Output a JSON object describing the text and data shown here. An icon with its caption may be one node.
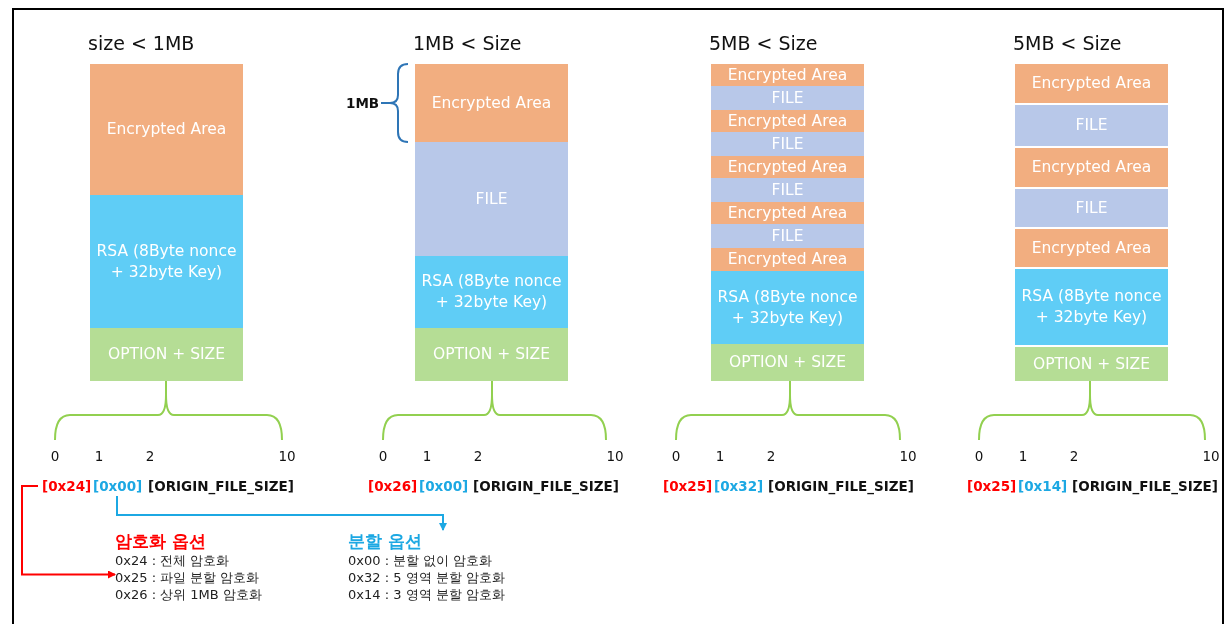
{
  "diagram": {
    "nodes": [
      {
        "text": [
          "Encrypted Area"
        ]
      },
      {
        "text": [
          "RSA (8Byte nonce + 32byte Key)"
        ]
      },
      {
        "text": [
          "OPTION + SIZE"
        ]
      },
      {
        "text": [
          "Encrypted Area"
        ]
      },
      {
        "text": [
          "FILE"
        ]
      },
      {
        "text": [
          "RSA (8Byte nonce + 32byte Key)"
        ]
      },
      {
        "text": [
          "OPTION + SIZE"
        ]
      },
      {
        "text": [
          "Encrypted Area"
        ]
      },
      {
        "text": [
          "FILE"
        ]
      },
      {
        "text": [
          "Encrypted Area"
        ]
      },
      {
        "text": [
          "FILE"
        ]
      },
      {
        "text": [
          "Encrypted Area"
        ]
      },
      {
        "text": [
          "FILE"
        ]
      },
      {
        "text": [
          "Encrypted Area"
        ]
      },
      {
        "text": [
          "FILE"
        ]
      },
      {
        "text": [
          "Encrypted Area"
        ]
      },
      {
        "text": [
          "RSA (8Byte nonce + 32byte Key)"
        ]
      },
      {
        "text": [
          "OPTION + SIZE"
        ]
      },
      {
        "text": [
          "Encrypted Area"
        ]
      },
      {
        "text": [
          "FILE"
        ]
      },
      {
        "text": [
          "Encrypted Area"
        ]
      },
      {
        "text": [
          "FILE"
        ]
      },
      {
        "text": [
          "Encrypted Area"
        ]
      },
      {
        "text": [
          "RSA (8Byte nonce + 32byte Key)"
        ]
      },
      {
        "text": [
          "OPTION + SIZE"
        ]
      },
      {
        "text": [
          "[0x24]"
        ]
      },
      {
        "text": [
          "[0x00]"
        ]
      },
      {
        "text": [
          "암호화 옵션",
          "0x24 : 전체 암호화",
          "0x25 : 파일 분할 암호화",
          "0x26 : 상위 1MB 암호화"
        ]
      },
      {
        "text": [
          "분할 옵션",
          "0x00 : 분할 없이 암호화",
          "0x32 : 5 영역 분할 암호화",
          "0x14 : 3 영역 분할 암호화"
        ]
      }
    ],
    "edges": [
      {
        "from": 25,
        "to": 27,
        "arrow": "to",
        "color": "#ff0000"
      },
      {
        "from": 26,
        "to": 28,
        "arrow": "to",
        "color": "#1ca8e3"
      }
    ],
    "labels": [
      "size < 1MB",
      "1MB < Size",
      "5MB < Size",
      "5MB < Size",
      "1MB",
      "0",
      "1",
      "2",
      "10",
      "0",
      "1",
      "2",
      "10",
      "0",
      "1",
      "2",
      "10",
      "0",
      "1",
      "2",
      "10",
      "[ORIGIN_FILE_SIZE]",
      "[0x26]",
      "[0x00]",
      "[ORIGIN_FILE_SIZE]",
      "[0x25]",
      "[0x32]",
      "[ORIGIN_FILE_SIZE]",
      "[0x25]",
      "[0x14]",
      "[ORIGIN_FILE_SIZE]"
    ]
  }
}
